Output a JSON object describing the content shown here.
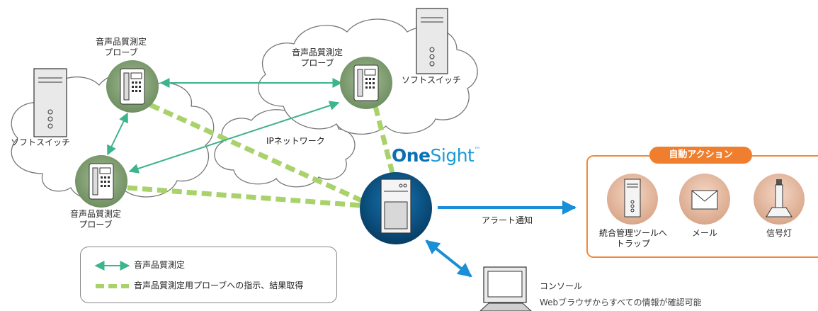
{
  "probe_label": [
    "音声品質測定",
    "プローブ"
  ],
  "softswitch_label": "ソフトスイッチ",
  "network_label": "IPネットワーク",
  "product": {
    "name_bold": "One",
    "name_rest": "Sight",
    "tm": "™"
  },
  "alert_label": "アラート通知",
  "auto_action": {
    "title": "自動アクション",
    "items": [
      {
        "label": [
          "統合管理ツールへ",
          "トラップ"
        ],
        "icon": "server-icon"
      },
      {
        "label": [
          "メール"
        ],
        "icon": "mail-icon"
      },
      {
        "label": [
          "信号灯"
        ],
        "icon": "signal-light-icon"
      }
    ]
  },
  "console": {
    "title": "コンソール",
    "desc": "Webブラウザからすべての情報が確認可能"
  },
  "legend": {
    "items": [
      {
        "label": "音声品質測定",
        "style": "double-arrow"
      },
      {
        "label": "音声品質測定用プローブへの指示、結果取得",
        "style": "dashed-green"
      }
    ]
  },
  "colors": {
    "arrow_green": "#3cb48c",
    "dash_green": "#a9d26b",
    "probe_green": "#8aa878",
    "blue_arrow": "#1a8fd6",
    "onesight_blue": "#0a5b8f",
    "orange": "#ef7f2e"
  }
}
